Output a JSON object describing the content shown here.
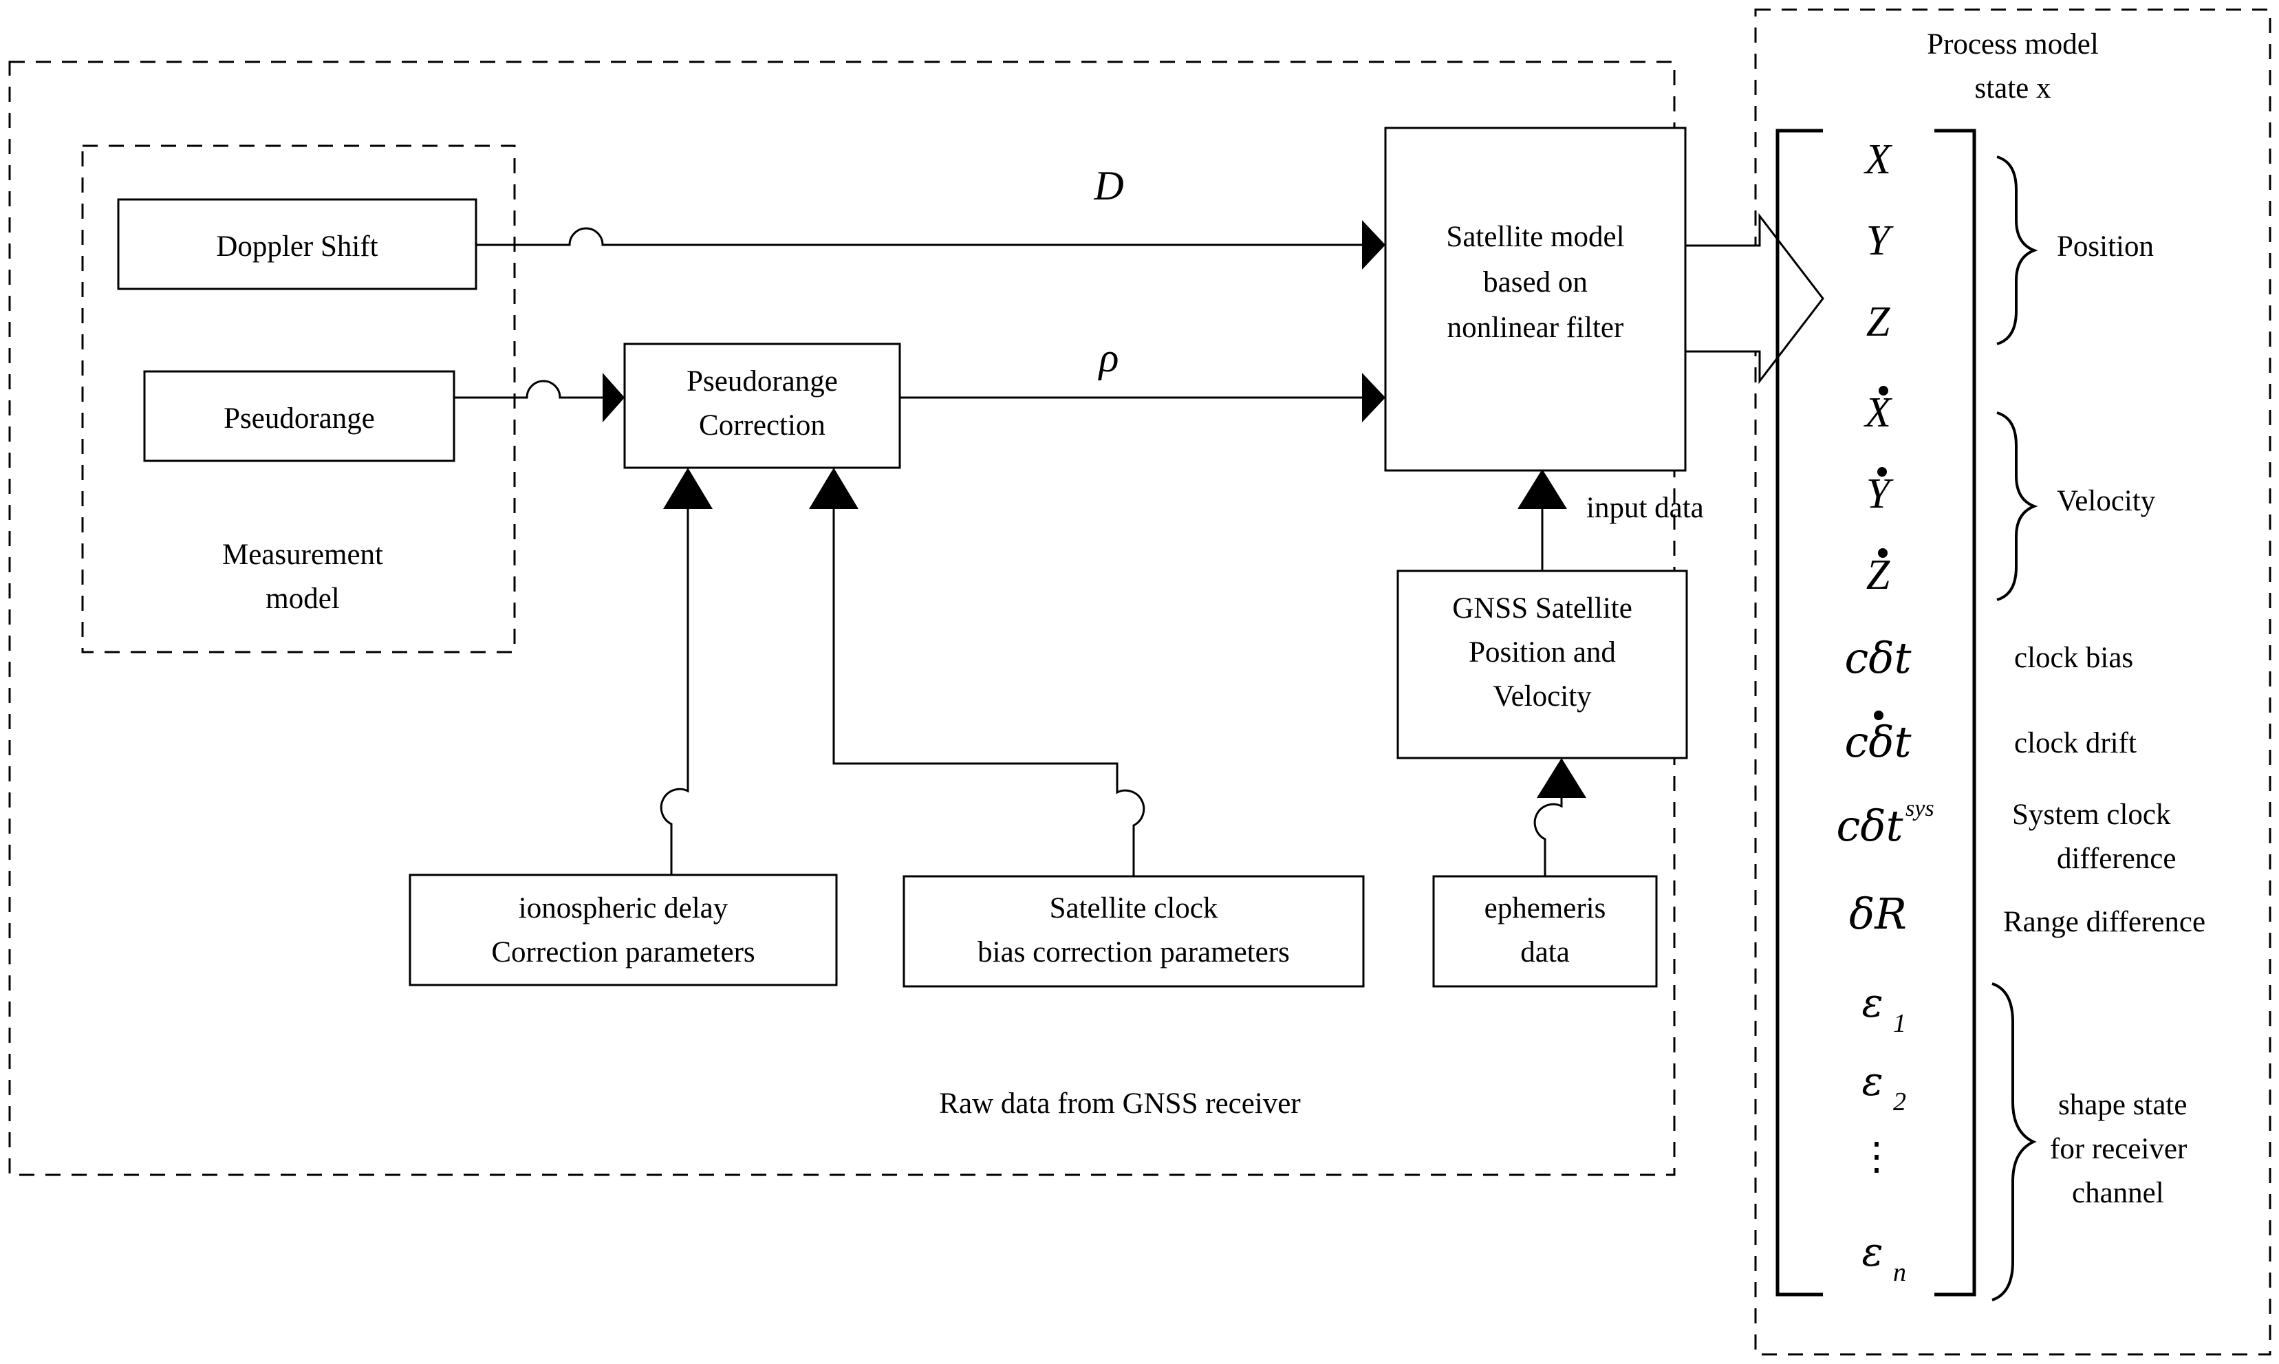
{
  "diagram": {
    "title_right": {
      "line1": "Process model",
      "line2": "state   x"
    },
    "groups": {
      "outer_raw_label": "Raw data from GNSS receiver",
      "measurement_label_l1": "Measurement",
      "measurement_label_l2": "model"
    },
    "boxes": [
      {
        "id": "doppler",
        "label": "Doppler Shift"
      },
      {
        "id": "pseudorange",
        "label": "Pseudorange"
      },
      {
        "id": "prcorrection",
        "line1": "Pseudorange",
        "line2": "Correction"
      },
      {
        "id": "satmodel",
        "line1": "Satellite model",
        "line2": "based on",
        "line3": "nonlinear filter"
      },
      {
        "id": "gnsssatposvel",
        "line1": "GNSS Satellite",
        "line2": "Position and",
        "line3": "Velocity"
      },
      {
        "id": "ionodelay",
        "line1": "ionospheric delay",
        "line2": "Correction parameters"
      },
      {
        "id": "satclockbias",
        "line1": "Satellite clock",
        "line2": "bias correction parameters"
      },
      {
        "id": "ephemeris",
        "line1": "ephemeris",
        "line2": "data"
      }
    ],
    "edge_labels": {
      "doppler_to_model": "D",
      "pseudorange_to_model": "ρ",
      "input_data": "input data"
    },
    "state_vector": {
      "rows": [
        {
          "sym": "X",
          "dot": false,
          "sup": "",
          "sub": "",
          "greek": false
        },
        {
          "sym": "Y",
          "dot": false,
          "sup": "",
          "sub": "",
          "greek": false
        },
        {
          "sym": "Z",
          "dot": false,
          "sup": "",
          "sub": "",
          "greek": false
        },
        {
          "sym": "X",
          "dot": true,
          "sup": "",
          "sub": "",
          "greek": false
        },
        {
          "sym": "Y",
          "dot": true,
          "sup": "",
          "sub": "",
          "greek": false
        },
        {
          "sym": "Z",
          "dot": true,
          "sup": "",
          "sub": "",
          "greek": false
        },
        {
          "sym": "cδt",
          "dot": false,
          "sup": "",
          "sub": "",
          "greek": true
        },
        {
          "sym": "cδt",
          "dot": true,
          "sup": "",
          "sub": "",
          "greek": true
        },
        {
          "sym": "cδt",
          "dot": false,
          "sup": "sys",
          "sub": "",
          "greek": true
        },
        {
          "sym": "δR",
          "dot": false,
          "sup": "",
          "sub": "",
          "greek": true
        },
        {
          "sym": "ε",
          "dot": false,
          "sup": "",
          "sub": "1",
          "greek": true
        },
        {
          "sym": "ε",
          "dot": false,
          "sup": "",
          "sub": "2",
          "greek": true
        },
        {
          "sym": "⋮",
          "dot": false,
          "sup": "",
          "sub": "",
          "greek": true
        },
        {
          "sym": "ε",
          "dot": false,
          "sup": "",
          "sub": "n",
          "greek": true
        }
      ],
      "annotations": [
        {
          "id": "position",
          "label": "Position",
          "braced": true
        },
        {
          "id": "velocity",
          "label": "Velocity",
          "braced": true
        },
        {
          "id": "clockbias",
          "label": "clock bias",
          "braced": false
        },
        {
          "id": "clockdrift",
          "label": "clock drift",
          "braced": false
        },
        {
          "id": "sysclock",
          "label_l1": "System clock",
          "label_l2": "difference",
          "braced": false
        },
        {
          "id": "rangediff",
          "label": "Range difference",
          "braced": false
        },
        {
          "id": "shapestate",
          "label_l1": "shape state",
          "label_l2": "for receiver",
          "label_l3": "channel",
          "braced": true
        }
      ]
    },
    "colors": {
      "stroke": "#000000",
      "background": "#ffffff"
    }
  }
}
